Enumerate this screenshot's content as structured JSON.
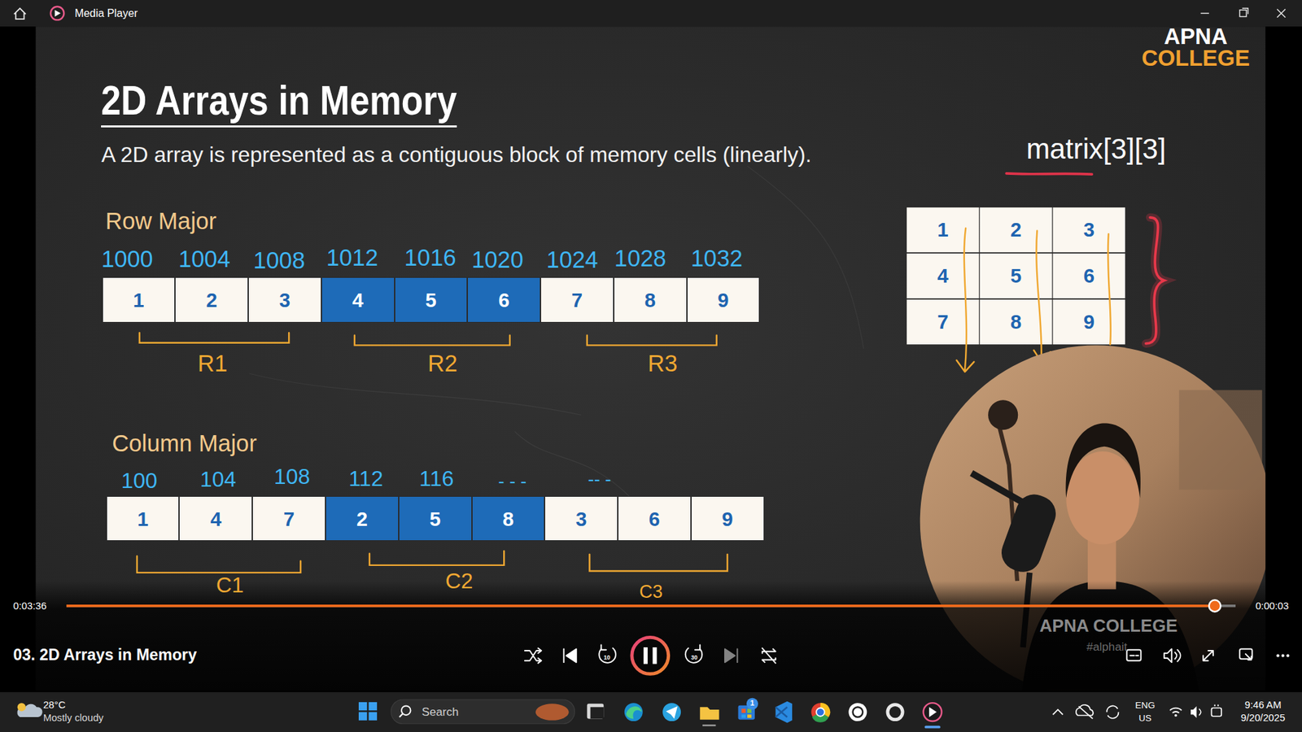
{
  "diagram": {
    "title": "2D Arrays in Memory",
    "nodes": [
      {
        "text": [
          "1"
        ]
      },
      {
        "text": [
          "2"
        ]
      },
      {
        "text": [
          "3"
        ]
      },
      {
        "text": [
          "4"
        ]
      },
      {
        "text": [
          "5"
        ]
      },
      {
        "text": [
          "6"
        ]
      },
      {
        "text": [
          "7"
        ]
      },
      {
        "text": [
          "8"
        ]
      },
      {
        "text": [
          "9"
        ]
      },
      {
        "text": [
          "1"
        ]
      },
      {
        "text": [
          "4"
        ]
      },
      {
        "text": [
          "7"
        ]
      },
      {
        "text": [
          "2"
        ]
      },
      {
        "text": [
          "5"
        ]
      },
      {
        "text": [
          "8"
        ]
      },
      {
        "text": [
          "3"
        ]
      },
      {
        "text": [
          "6"
        ]
      },
      {
        "text": [
          "9"
        ]
      },
      {
        "text": [
          "1"
        ]
      },
      {
        "text": [
          "2"
        ]
      },
      {
        "text": [
          "3"
        ]
      },
      {
        "text": [
          "4"
        ]
      },
      {
        "text": [
          "5"
        ]
      },
      {
        "text": [
          "6"
        ]
      },
      {
        "text": [
          "7"
        ]
      },
      {
        "text": [
          "8"
        ]
      },
      {
        "text": [
          "9"
        ]
      }
    ],
    "labels": [
      "Media Player",
      "APNA",
      "COLLEGE",
      "A 2D array is represented as a contiguous block of memory cells (linearly).",
      "matrix[3][3]",
      "Row Major",
      "1000",
      "1004",
      "1008",
      "1012",
      "1016",
      "1020",
      "1024",
      "1028",
      "1032",
      "R1",
      "R2",
      "R3",
      "Column Major",
      "100",
      "104",
      "108",
      "112",
      "116",
      "- - -",
      "-- -",
      "C1",
      "C2",
      "C3",
      "0:03:36",
      "0:00:03",
      "03. 2D Arrays in Memory",
      "10",
      "30",
      "APNA COLLEGE",
      "#alphait",
      "28°C",
      "Mostly cloudy",
      "Search",
      "1",
      "ENG",
      "US",
      "9:46 AM",
      "9/20/2025"
    ]
  }
}
